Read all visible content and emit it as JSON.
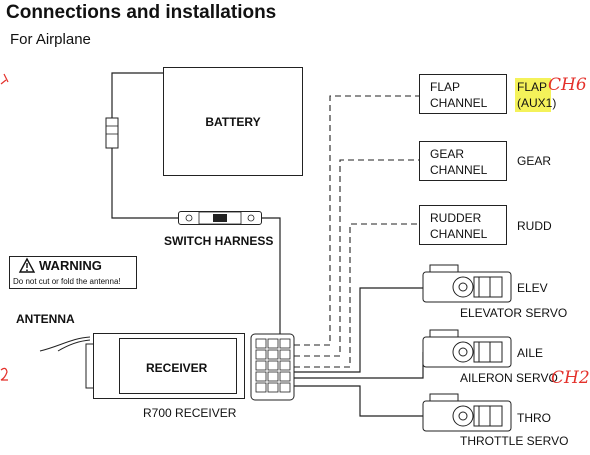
{
  "header": {
    "title": "Connections and installations",
    "subtitle": "For Airplane"
  },
  "battery": {
    "label": "BATTERY"
  },
  "switch_harness": {
    "label": "SWITCH HARNESS"
  },
  "warning": {
    "title": "WARNING",
    "text": "Do not cut or fold the antenna!"
  },
  "antenna": {
    "label": "ANTENNA"
  },
  "receiver": {
    "label": "RECEIVER",
    "model": "R700 RECEIVER"
  },
  "channels": [
    {
      "box_line1": "FLAP",
      "box_line2": "CHANNEL",
      "name_line1": "FLAP",
      "name_line2": "(AUX1)"
    },
    {
      "box_line1": "GEAR",
      "box_line2": "CHANNEL",
      "name": "GEAR"
    },
    {
      "box_line1": "RUDDER",
      "box_line2": "CHANNEL",
      "name": "RUDD"
    }
  ],
  "servos": [
    {
      "name": "ELEV",
      "caption": "ELEVATOR SERVO"
    },
    {
      "name": "AILE",
      "caption": "AILERON SERVO"
    },
    {
      "name": "THRO",
      "caption": "THROTTLE SERVO"
    }
  ],
  "annotations": {
    "flap_ch": "CH6",
    "aileron_ch": "CH2",
    "highlight_color": "#f4f25a",
    "annotation_color": "#e4312b"
  }
}
